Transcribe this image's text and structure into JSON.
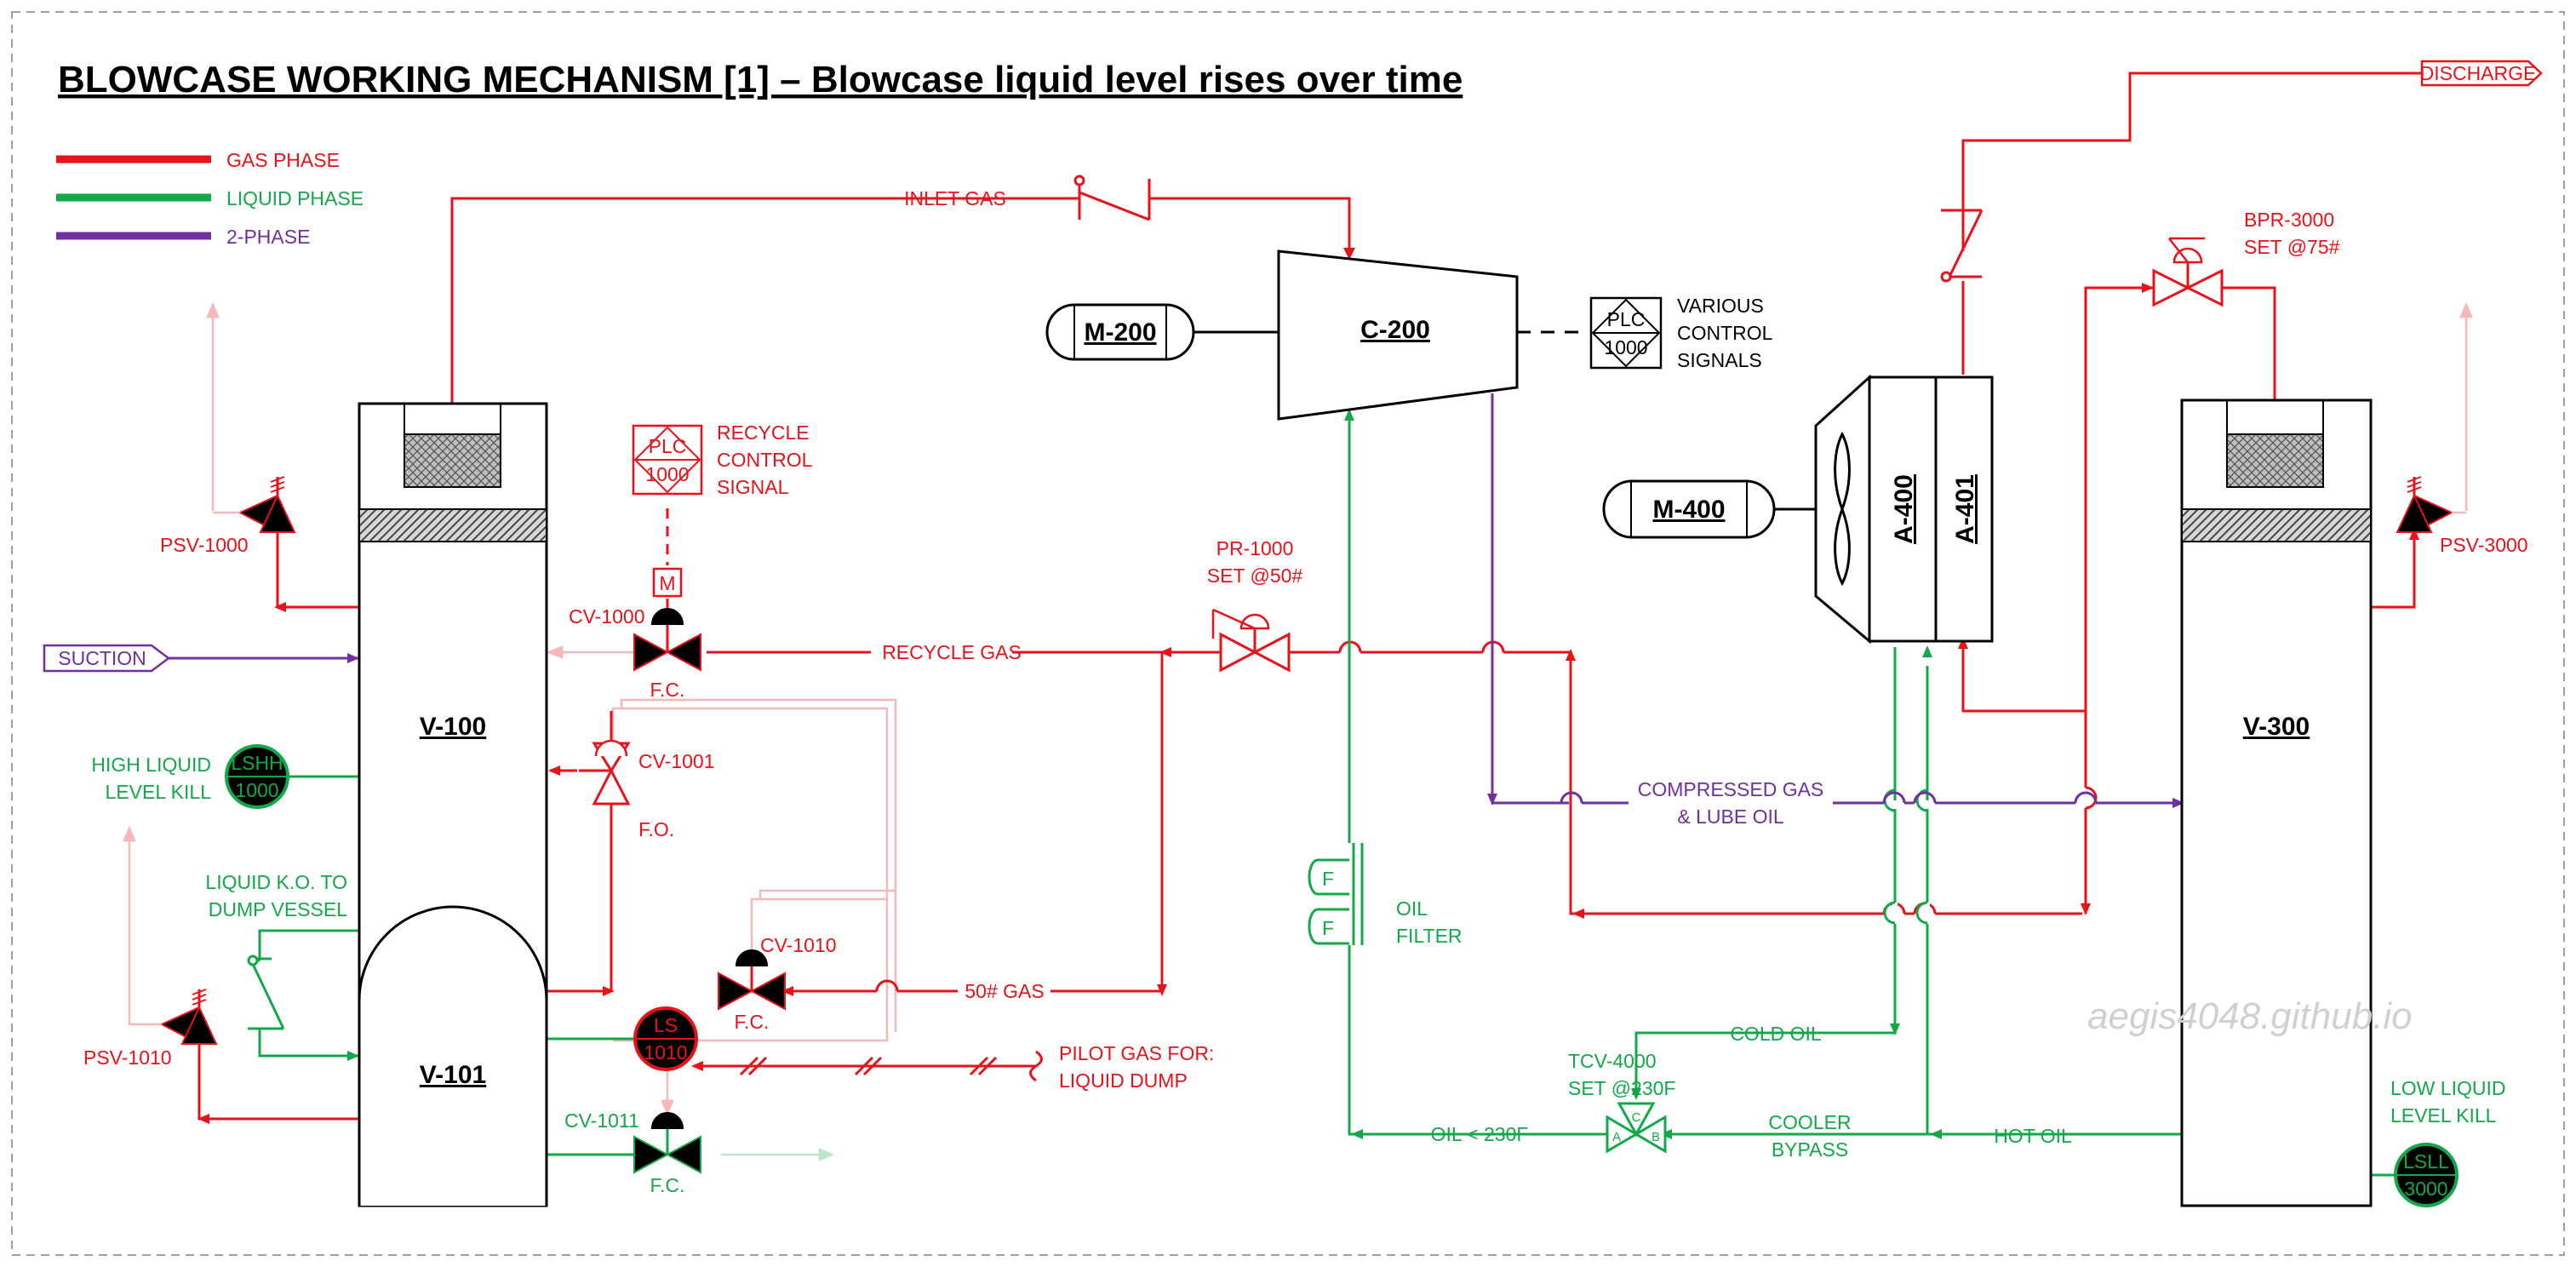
{
  "title": "BLOWCASE WORKING MECHANISM [1] – Blowcase liquid level rises over time",
  "colors": {
    "gas": "#e8121a",
    "liquid": "#13a84a",
    "two_phase": "#7030a0",
    "black": "#000000",
    "faint_red": "#f6b8b8",
    "faint_green": "#b9e6c9"
  },
  "legend": {
    "gas": "GAS PHASE",
    "liquid": "LIQUID PHASE",
    "two_phase": "2-PHASE"
  },
  "equipment": {
    "v100": "V-100",
    "v101": "V-101",
    "v300": "V-300",
    "c200": "C-200",
    "m200": "M-200",
    "m400": "M-400",
    "a400": "A-400",
    "a401": "A-401"
  },
  "instruments": {
    "plc_top": "PLC",
    "plc_bottom": "1000",
    "lshh_top": "LSHH",
    "lshh_bottom": "1000",
    "ls_top": "LS",
    "ls_bottom": "1010",
    "lsll_top": "LSLL",
    "lsll_bottom": "3000",
    "m_letter": "M",
    "three_way_ports": [
      "C",
      "A",
      "B"
    ]
  },
  "labels": {
    "inlet_gas": "INLET GAS",
    "discharge": "DISCHARGE",
    "suction": "SUCTION",
    "various": [
      "VARIOUS",
      "CONTROL",
      "SIGNALS"
    ],
    "recycle_signal": [
      "RECYCLE",
      "CONTROL",
      "SIGNAL"
    ],
    "cv1000": "CV-1000",
    "fc": "F.C.",
    "recycle_gas": "RECYCLE GAS",
    "pr1000": [
      "PR-1000",
      "SET @50#"
    ],
    "bpr3000": [
      "BPR-3000",
      "SET @75#"
    ],
    "psv1000": "PSV-1000",
    "psv3000": "PSV-3000",
    "psv1010": "PSV-1010",
    "high_liquid": [
      "HIGH LIQUID",
      "LEVEL KILL"
    ],
    "cv1001": "CV-1001",
    "fo": "F.O.",
    "liquid_ko": [
      "LIQUID K.O. TO",
      "DUMP VESSEL"
    ],
    "cv1010": "CV-1010",
    "gas50": "50# GAS",
    "pilot": [
      "PILOT GAS FOR:",
      "LIQUID DUMP"
    ],
    "cv1011": "CV-1011",
    "compressed": [
      "COMPRESSED GAS",
      "& LUBE OIL"
    ],
    "oil_filter": [
      "OIL",
      "FILTER"
    ],
    "filter_letter": "F",
    "cold_oil": "COLD OIL",
    "tcv4000": [
      "TCV-4000",
      "SET @230F"
    ],
    "oil230": "OIL < 230F",
    "cooler_bypass": [
      "COOLER",
      "BYPASS"
    ],
    "hot_oil": "HOT OIL",
    "low_liquid": [
      "LOW LIQUID",
      "LEVEL KILL"
    ]
  },
  "watermark": "aegis4048.github.io"
}
